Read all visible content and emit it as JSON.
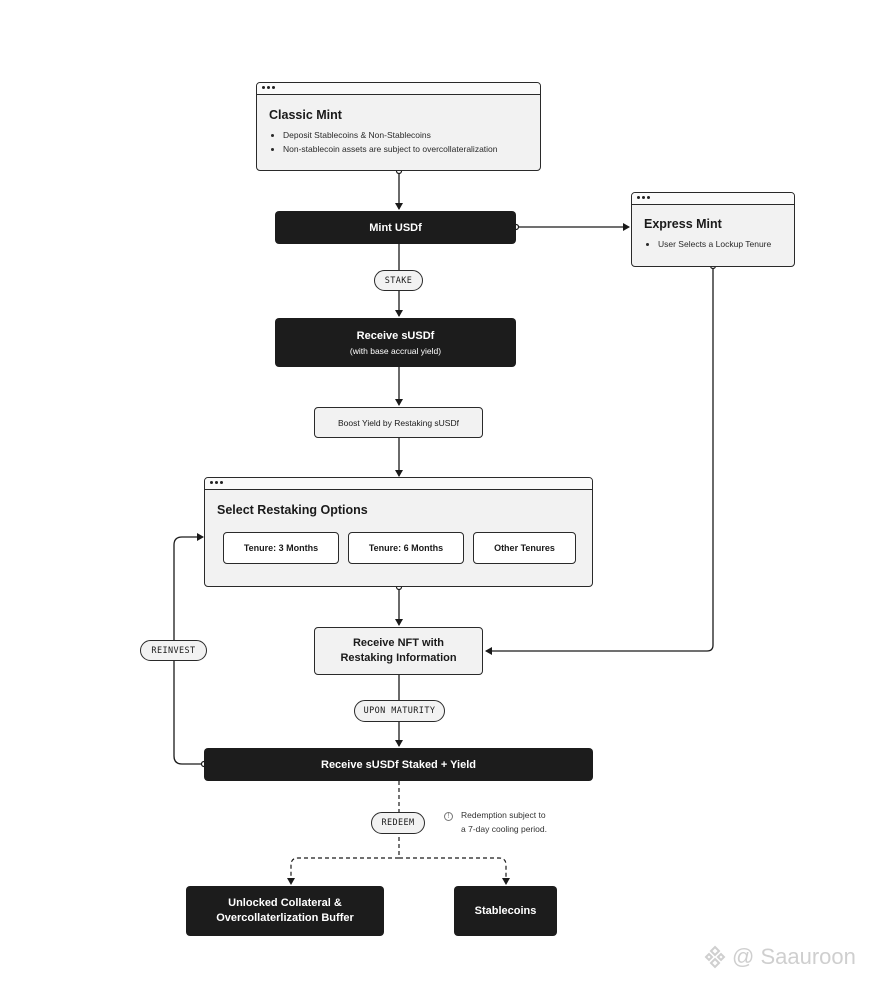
{
  "classic_mint": {
    "title": "Classic Mint",
    "bullets": [
      "Deposit Stablecoins & Non-Stablecoins",
      "Non-stablecoin assets are subject to overcollateralization"
    ]
  },
  "mint_usdf": "Mint USDf",
  "express_mint": {
    "title": "Express Mint",
    "bullets": [
      "User Selects a Lockup Tenure"
    ]
  },
  "stake_chip": "STAKE",
  "receive_susdf": {
    "title": "Receive sUSDf",
    "subtitle": "(with base accrual yield)"
  },
  "boost_yield": "Boost Yield by Restaking sUSDf",
  "restaking_options": {
    "title": "Select Restaking Options",
    "options": [
      "Tenure: 3 Months",
      "Tenure: 6 Months",
      "Other Tenures"
    ]
  },
  "receive_nft": {
    "line1": "Receive NFT with",
    "line2": "Restaking Information"
  },
  "reinvest_chip": "REINVEST",
  "upon_maturity_chip": "UPON MATURITY",
  "receive_staked_yield": "Receive sUSDf Staked + Yield",
  "redeem_chip": "REDEEM",
  "redemption_note": {
    "line1": "Redemption subject to",
    "line2": "a 7-day cooling period."
  },
  "unlocked_collateral": {
    "line1": "Unlocked Collateral &",
    "line2": "Overcollaterlization Buffer"
  },
  "stablecoins": "Stablecoins",
  "watermark": "@ Saauroon"
}
